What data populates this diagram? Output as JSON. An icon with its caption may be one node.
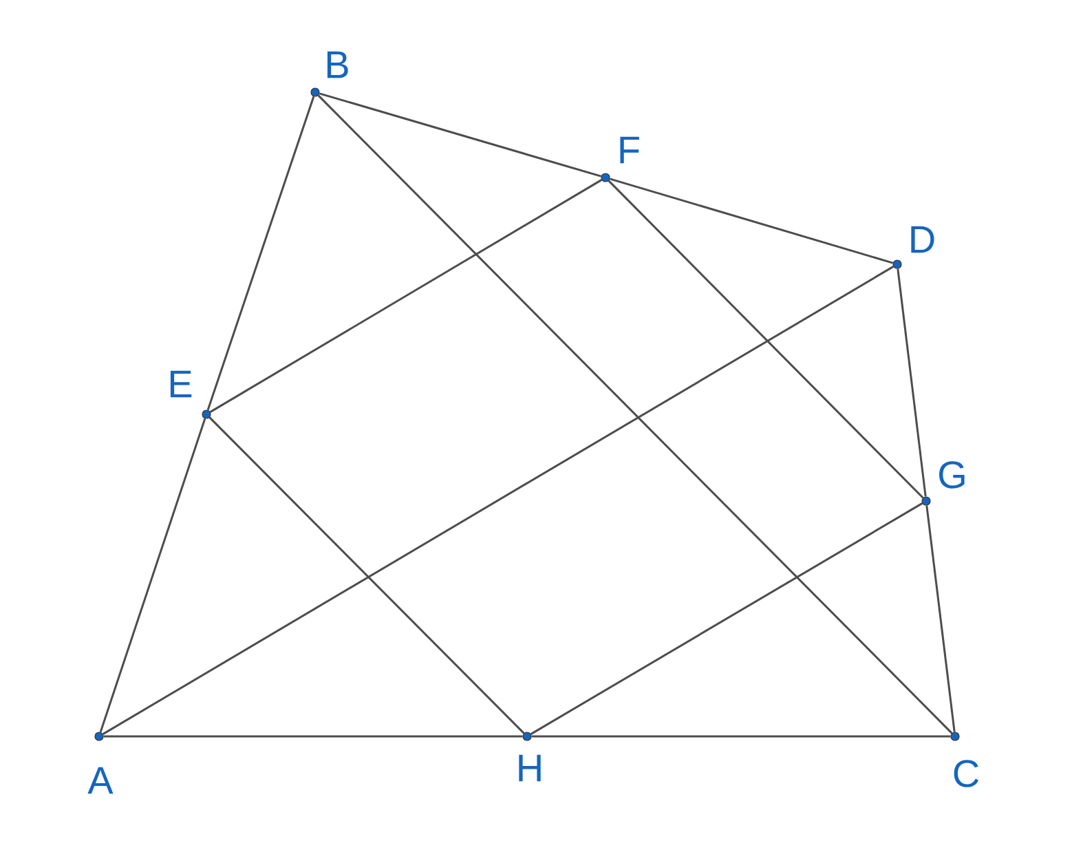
{
  "diagram": {
    "nodes": [
      {
        "text": [
          "A"
        ]
      },
      {
        "text": [
          "B"
        ]
      },
      {
        "text": [
          "C"
        ]
      },
      {
        "text": [
          "D"
        ]
      },
      {
        "text": [
          "E"
        ]
      },
      {
        "text": [
          "F"
        ]
      },
      {
        "text": [
          "G"
        ]
      },
      {
        "text": [
          "H"
        ]
      }
    ],
    "edges": [
      {
        "from": 0,
        "to": 4,
        "arrow": "none"
      },
      {
        "from": 4,
        "to": 1,
        "arrow": "none"
      },
      {
        "from": 1,
        "to": 5,
        "arrow": "none"
      },
      {
        "from": 5,
        "to": 3,
        "arrow": "none"
      },
      {
        "from": 3,
        "to": 6,
        "arrow": "none"
      },
      {
        "from": 6,
        "to": 2,
        "arrow": "none"
      },
      {
        "from": 2,
        "to": 7,
        "arrow": "none"
      },
      {
        "from": 7,
        "to": 0,
        "arrow": "none"
      },
      {
        "from": 4,
        "to": 5,
        "arrow": "none"
      },
      {
        "from": 5,
        "to": 6,
        "arrow": "none"
      },
      {
        "from": 6,
        "to": 7,
        "arrow": "none"
      },
      {
        "from": 7,
        "to": 4,
        "arrow": "none"
      },
      {
        "from": 0,
        "to": 3,
        "arrow": "none"
      },
      {
        "from": 1,
        "to": 2,
        "arrow": "none"
      }
    ]
  }
}
